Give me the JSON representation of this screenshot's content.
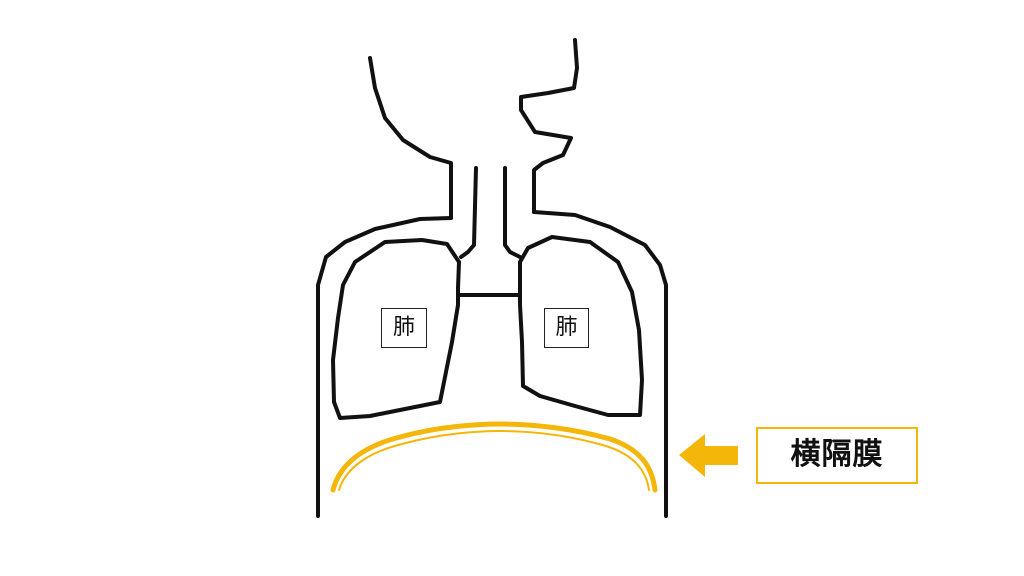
{
  "labels": {
    "lung_left": "肺",
    "lung_right": "肺",
    "diaphragm": "横隔膜"
  },
  "colors": {
    "outline": "#111111",
    "highlight": "#F5B60A"
  },
  "icons": {
    "pointer": "arrow-left-icon"
  }
}
